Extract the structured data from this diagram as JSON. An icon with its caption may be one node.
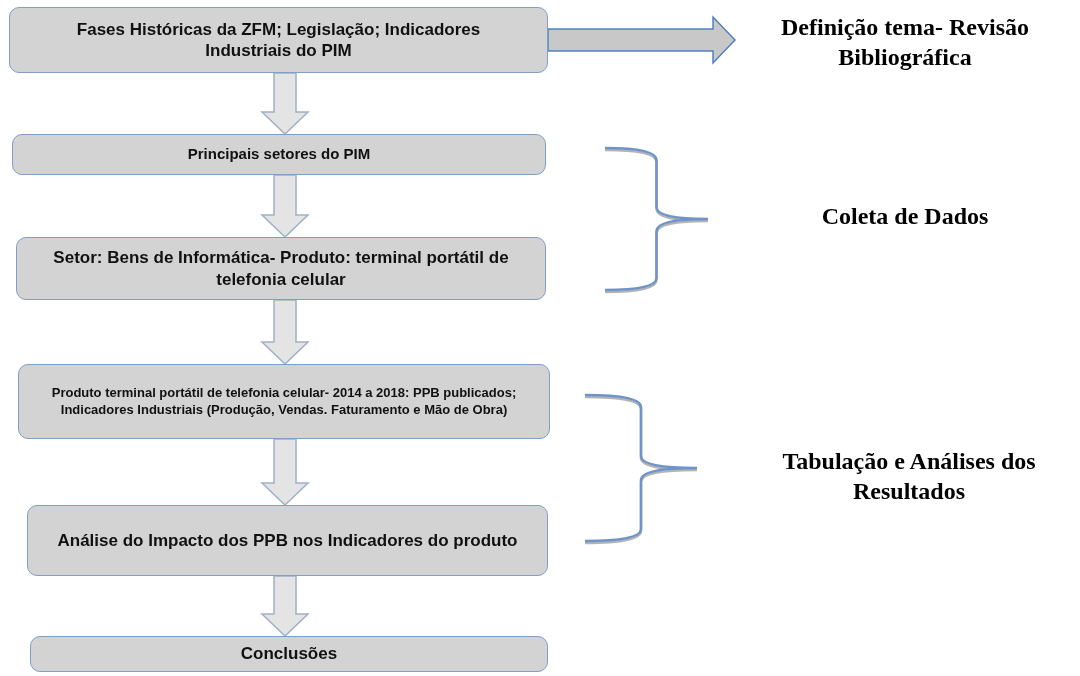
{
  "diagram": {
    "nodes": [
      {
        "text": [
          "Fases Históricas da ZFM; Legislação; Indicadores Industriais do PIM"
        ]
      },
      {
        "text": [
          "Principais setores do PIM"
        ]
      },
      {
        "text": [
          "Setor: Bens de Informática- Produto: terminal portátil de telefonia celular"
        ]
      },
      {
        "text": [
          "Produto terminal portátil de telefonia celular- 2014 a 2018: PPB publicados; Indicadores Industriais (Produção, Vendas. Faturamento e Mão de Obra)"
        ]
      },
      {
        "text": [
          "Análise do Impacto dos PPB nos Indicadores do produto"
        ]
      },
      {
        "text": [
          "Conclusões"
        ]
      },
      {
        "text": [
          "Definição tema- Revisão Bibliográfica"
        ]
      }
    ],
    "edges": [
      {
        "from": 0,
        "to": 1,
        "arrow": "to"
      },
      {
        "from": 1,
        "to": 2,
        "arrow": "to"
      },
      {
        "from": 2,
        "to": 3,
        "arrow": "to"
      },
      {
        "from": 3,
        "to": 4,
        "arrow": "to"
      },
      {
        "from": 4,
        "to": 5,
        "arrow": "to"
      },
      {
        "from": 0,
        "to": 6,
        "arrow": "to"
      }
    ],
    "labels": [
      "Coleta de Dados",
      "Tabulação e Análises dos Resultados"
    ]
  }
}
